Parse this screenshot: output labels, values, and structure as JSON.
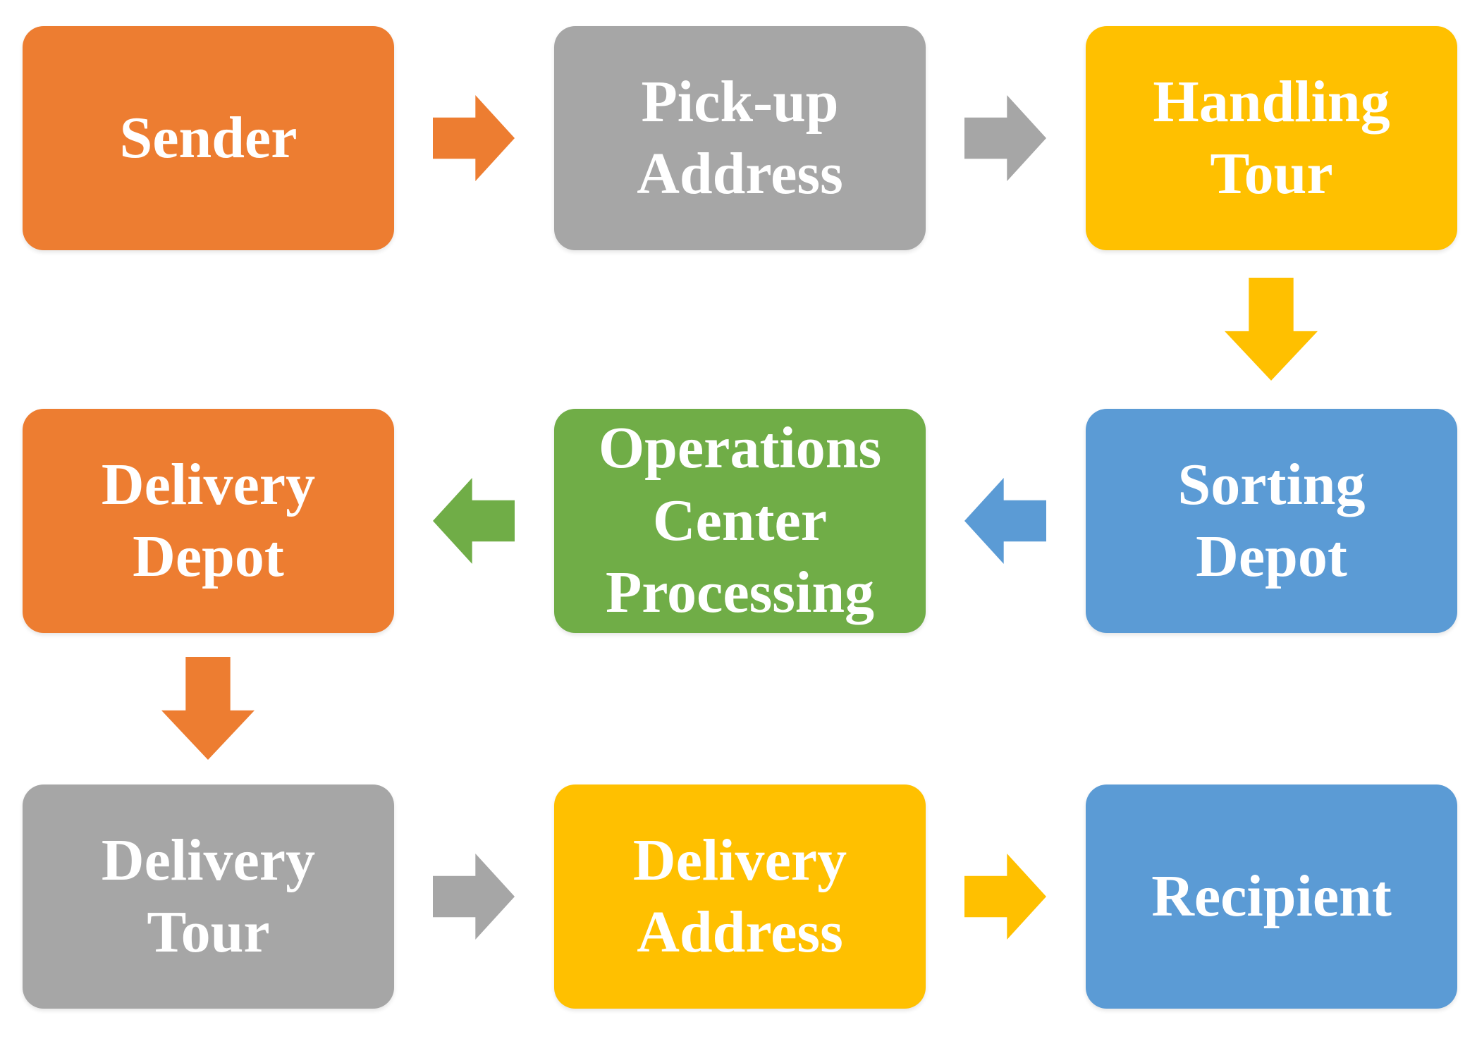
{
  "diagram": {
    "description": "Parcel delivery process flowchart",
    "background": "#FFFFFF",
    "colors": {
      "orange": "#ED7D31",
      "gray": "#A6A6A6",
      "gold": "#FFC000",
      "blue": "#5B9BD5",
      "green": "#70AD47",
      "text": "#FFFFFF"
    },
    "nodes": [
      {
        "id": "sender",
        "label": "Sender",
        "color": "orange",
        "row": 1,
        "col": 1
      },
      {
        "id": "pickup-address",
        "label": "Pick-up\nAddress",
        "color": "gray",
        "row": 1,
        "col": 2
      },
      {
        "id": "handling-tour",
        "label": "Handling\nTour",
        "color": "gold",
        "row": 1,
        "col": 3
      },
      {
        "id": "sorting-depot",
        "label": "Sorting\nDepot",
        "color": "blue",
        "row": 2,
        "col": 3
      },
      {
        "id": "operations-center-processing",
        "label": "Operations\nCenter\nProcessing",
        "color": "green",
        "row": 2,
        "col": 2
      },
      {
        "id": "delivery-depot",
        "label": "Delivery\nDepot",
        "color": "orange",
        "row": 2,
        "col": 1
      },
      {
        "id": "delivery-tour",
        "label": "Delivery\nTour",
        "color": "gray",
        "row": 3,
        "col": 1
      },
      {
        "id": "delivery-address",
        "label": "Delivery\nAddress",
        "color": "gold",
        "row": 3,
        "col": 2
      },
      {
        "id": "recipient",
        "label": "Recipient",
        "color": "blue",
        "row": 3,
        "col": 3
      }
    ],
    "arrows": [
      {
        "from": "Sender",
        "to": "Pick-up Address",
        "direction": "right",
        "color": "orange"
      },
      {
        "from": "Pick-up Address",
        "to": "Handling Tour",
        "direction": "right",
        "color": "gray"
      },
      {
        "from": "Handling Tour",
        "to": "Sorting Depot",
        "direction": "down",
        "color": "gold"
      },
      {
        "from": "Sorting Depot",
        "to": "Operations Center Processing",
        "direction": "left",
        "color": "blue"
      },
      {
        "from": "Operations Center Processing",
        "to": "Delivery Depot",
        "direction": "left",
        "color": "green"
      },
      {
        "from": "Delivery Depot",
        "to": "Delivery Tour",
        "direction": "down",
        "color": "orange"
      },
      {
        "from": "Delivery Tour",
        "to": "Delivery Address",
        "direction": "right",
        "color": "gray"
      },
      {
        "from": "Delivery Address",
        "to": "Recipient",
        "direction": "right",
        "color": "gold"
      }
    ]
  }
}
